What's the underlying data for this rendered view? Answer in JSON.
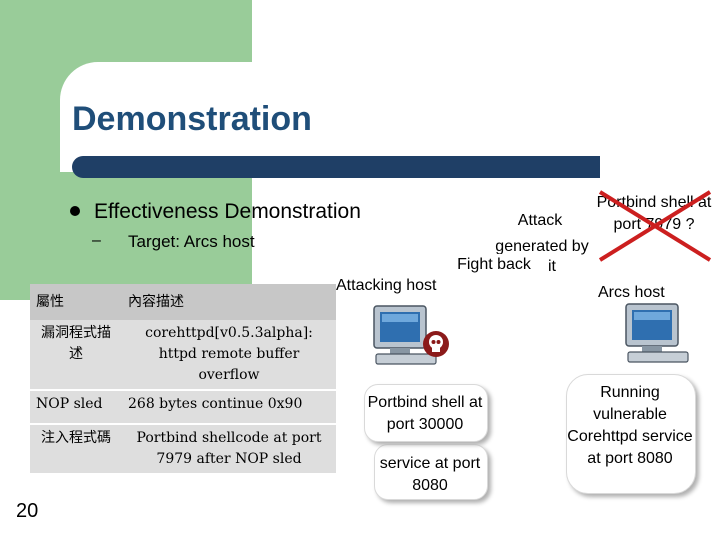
{
  "slide": {
    "title": "Demonstration",
    "bullet": "Effectiveness Demonstration",
    "sub_bullet": "Target: Arcs host",
    "page_number": "20"
  },
  "table": {
    "headers": [
      "屬性",
      "內容描述"
    ],
    "rows": [
      [
        "漏洞程式描述",
        "corehttpd[v0.5.3alpha]: httpd remote buffer overflow"
      ],
      [
        "NOP sled",
        "268 bytes continue 0x90"
      ],
      [
        "注入程式碼",
        "Portbind shellcode at port 7979 after NOP sled"
      ]
    ]
  },
  "diagram": {
    "attack_label": "Attack",
    "attack_line2": "generated by",
    "fight_back": "Fight back",
    "exploit_tail": "it",
    "attacking_host": "Attacking host",
    "portbind_label": "Portbind shell at port 7979 ?",
    "arcs_host": "Arcs host",
    "portbind_shell": "Portbind shell at port 30000",
    "service_left": "service at port 8080",
    "running_service": "Running vulnerable Corehttpd service at port 8080"
  },
  "colors": {
    "title": "#1f4e79",
    "title_bar": "#1f3f66",
    "green_block": "#99cc99",
    "cross": "#cc1f1f"
  },
  "icons": [
    "computer-icon",
    "skull-icon",
    "cross-out-icon"
  ]
}
